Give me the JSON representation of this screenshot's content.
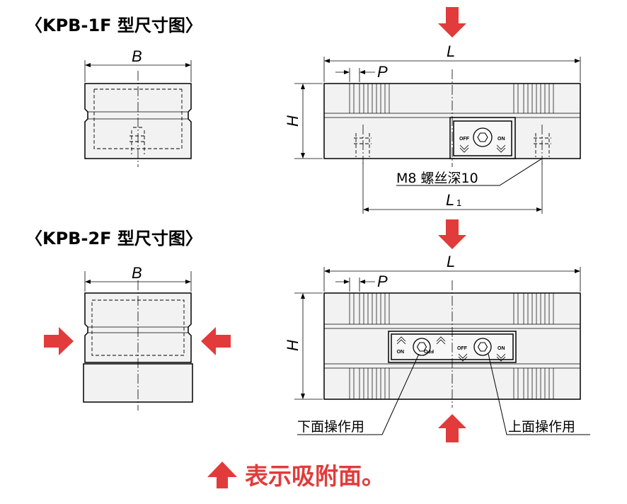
{
  "section1": {
    "title": "〈KPB-1F 型尺寸图〉"
  },
  "section2": {
    "title": "〈KPB-2F 型尺寸图〉"
  },
  "dims": {
    "B": "B",
    "L": "L",
    "P": "P",
    "H": "H",
    "L1_main": "L",
    "L1_sub": "1"
  },
  "labels": {
    "thread_note": "M8 螺丝深10",
    "bottom_op": "下面操作用",
    "top_op": "上面操作用",
    "off": "OFF",
    "on": "ON",
    "no_rev": "NO",
    "ffo_rev": "FFO"
  },
  "footer": {
    "text": "表示吸附面。"
  },
  "colors": {
    "arrow": "#e23b3b",
    "text": "#000000",
    "body_fill": "#f2f2f2"
  },
  "icons": [
    "down-arrow",
    "right-arrow",
    "left-arrow",
    "up-arrow",
    "hex-socket"
  ]
}
